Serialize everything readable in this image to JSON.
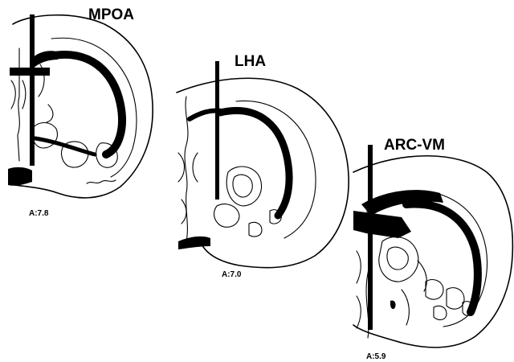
{
  "sections": [
    {
      "region": "MPOA",
      "coordinate": "A:7.8"
    },
    {
      "region": "LHA",
      "coordinate": "A:7.0"
    },
    {
      "region": "ARC-VM",
      "coordinate": "A:5.9"
    }
  ],
  "colors": {
    "ink": "#000000",
    "paper": "#ffffff"
  }
}
